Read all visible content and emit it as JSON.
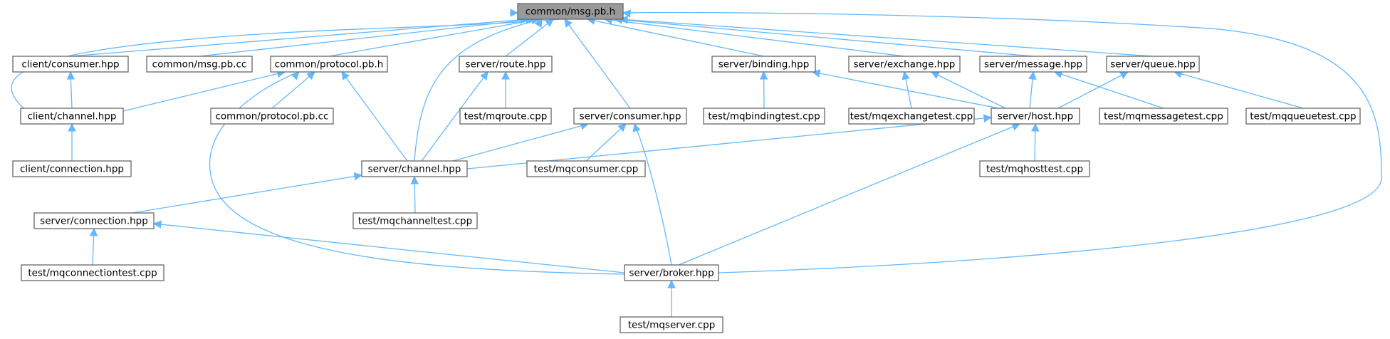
{
  "diagram": {
    "nodes": [
      {
        "id": "msg_h",
        "label": "common/msg.pb.h",
        "root": true
      },
      {
        "id": "client_consumer",
        "label": "client/consumer.hpp"
      },
      {
        "id": "msg_cc",
        "label": "common/msg.pb.cc"
      },
      {
        "id": "proto_h",
        "label": "common/protocol.pb.h"
      },
      {
        "id": "route",
        "label": "server/route.hpp"
      },
      {
        "id": "binding",
        "label": "server/binding.hpp"
      },
      {
        "id": "exchange",
        "label": "server/exchange.hpp"
      },
      {
        "id": "message",
        "label": "server/message.hpp"
      },
      {
        "id": "queue",
        "label": "server/queue.hpp"
      },
      {
        "id": "client_channel",
        "label": "client/channel.hpp"
      },
      {
        "id": "proto_cc",
        "label": "common/protocol.pb.cc"
      },
      {
        "id": "mqroute",
        "label": "test/mqroute.cpp"
      },
      {
        "id": "server_consumer",
        "label": "server/consumer.hpp"
      },
      {
        "id": "mqbinding",
        "label": "test/mqbindingtest.cpp"
      },
      {
        "id": "mqexchange",
        "label": "test/mqexchangetest.cpp"
      },
      {
        "id": "host",
        "label": "server/host.hpp"
      },
      {
        "id": "mqmessage",
        "label": "test/mqmessagetest.cpp"
      },
      {
        "id": "mqqueue",
        "label": "test/mqqueuetest.cpp"
      },
      {
        "id": "client_connection",
        "label": "client/connection.hpp"
      },
      {
        "id": "server_channel",
        "label": "server/channel.hpp"
      },
      {
        "id": "mqconsumer",
        "label": "test/mqconsumer.cpp"
      },
      {
        "id": "mqhost",
        "label": "test/mqhosttest.cpp"
      },
      {
        "id": "server_connection",
        "label": "server/connection.hpp"
      },
      {
        "id": "mqchannel",
        "label": "test/mqchanneltest.cpp"
      },
      {
        "id": "mqconnection",
        "label": "test/mqconnectiontest.cpp"
      },
      {
        "id": "broker",
        "label": "server/broker.hpp"
      },
      {
        "id": "mqserver",
        "label": "test/mqserver.cpp"
      }
    ],
    "edges": [
      {
        "from": "client_consumer",
        "to": "msg_h"
      },
      {
        "from": "msg_cc",
        "to": "msg_h"
      },
      {
        "from": "proto_h",
        "to": "msg_h"
      },
      {
        "from": "route",
        "to": "msg_h"
      },
      {
        "from": "binding",
        "to": "msg_h"
      },
      {
        "from": "exchange",
        "to": "msg_h"
      },
      {
        "from": "message",
        "to": "msg_h"
      },
      {
        "from": "queue",
        "to": "msg_h"
      },
      {
        "from": "client_channel",
        "to": "msg_h"
      },
      {
        "from": "server_consumer",
        "to": "msg_h"
      },
      {
        "from": "server_channel",
        "to": "msg_h"
      },
      {
        "from": "broker",
        "to": "msg_h"
      },
      {
        "from": "client_channel",
        "to": "client_consumer"
      },
      {
        "from": "client_channel",
        "to": "proto_h"
      },
      {
        "from": "proto_cc",
        "to": "proto_h"
      },
      {
        "from": "server_channel",
        "to": "proto_h"
      },
      {
        "from": "broker",
        "to": "proto_h"
      },
      {
        "from": "mqroute",
        "to": "route"
      },
      {
        "from": "server_channel",
        "to": "route"
      },
      {
        "from": "mqbinding",
        "to": "binding"
      },
      {
        "from": "host",
        "to": "binding"
      },
      {
        "from": "mqexchange",
        "to": "exchange"
      },
      {
        "from": "host",
        "to": "exchange"
      },
      {
        "from": "host",
        "to": "message"
      },
      {
        "from": "mqmessage",
        "to": "message"
      },
      {
        "from": "host",
        "to": "queue"
      },
      {
        "from": "mqqueue",
        "to": "queue"
      },
      {
        "from": "client_connection",
        "to": "client_channel"
      },
      {
        "from": "server_channel",
        "to": "server_consumer"
      },
      {
        "from": "mqconsumer",
        "to": "server_consumer"
      },
      {
        "from": "broker",
        "to": "server_consumer"
      },
      {
        "from": "server_channel",
        "to": "host"
      },
      {
        "from": "mqhost",
        "to": "host"
      },
      {
        "from": "broker",
        "to": "host"
      },
      {
        "from": "server_connection",
        "to": "server_channel"
      },
      {
        "from": "mqchannel",
        "to": "server_channel"
      },
      {
        "from": "mqconnection",
        "to": "server_connection"
      },
      {
        "from": "broker",
        "to": "server_connection"
      },
      {
        "from": "mqserver",
        "to": "broker"
      }
    ]
  },
  "colors": {
    "edge": "#63b8ff",
    "node_border": "#666666",
    "root_fill": "#9a9a9a",
    "node_fill": "#ffffff"
  }
}
